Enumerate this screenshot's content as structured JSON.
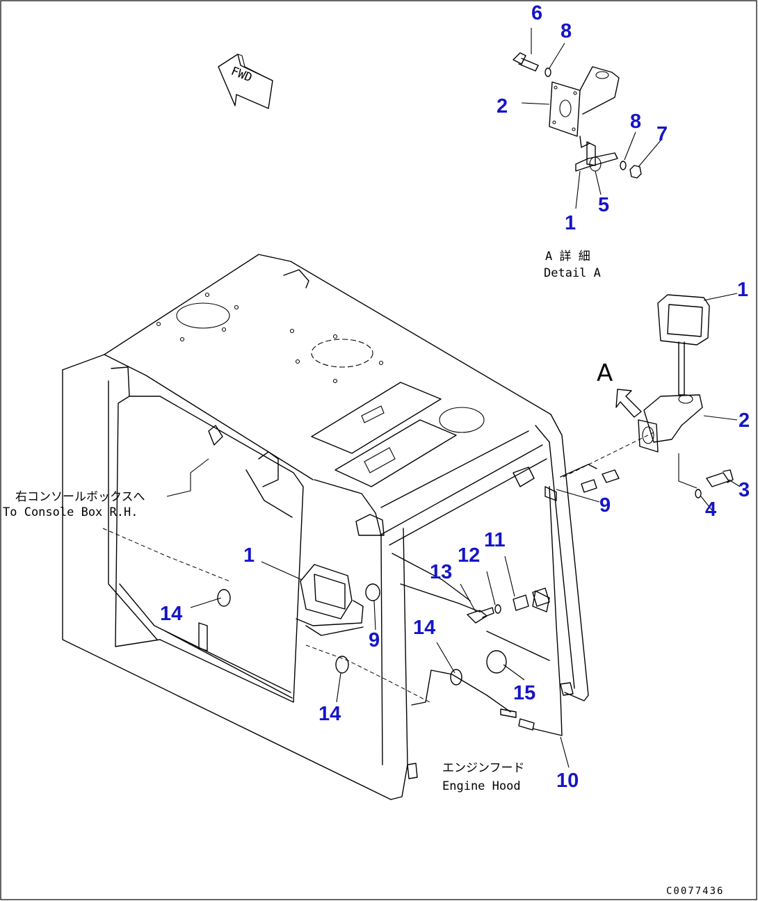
{
  "figure_code": "C0077436",
  "fwd_label": "FWD",
  "detail_marker": "A",
  "detail": {
    "ja": "A 詳 細",
    "en": "Detail A"
  },
  "console_note": {
    "ja": "右コンソールボックスへ",
    "en": "To Console Box R.H."
  },
  "hood_note": {
    "ja": "エンジンフード",
    "en": "Engine Hood"
  },
  "colors": {
    "callout": "#1515c8",
    "line": "#000000",
    "background": "#ffffff"
  },
  "callouts": [
    "6",
    "8",
    "2",
    "8",
    "7",
    "5",
    "1",
    "1",
    "2",
    "3",
    "4",
    "9",
    "1",
    "9",
    "13",
    "12",
    "11",
    "14",
    "14",
    "14",
    "15",
    "10"
  ]
}
